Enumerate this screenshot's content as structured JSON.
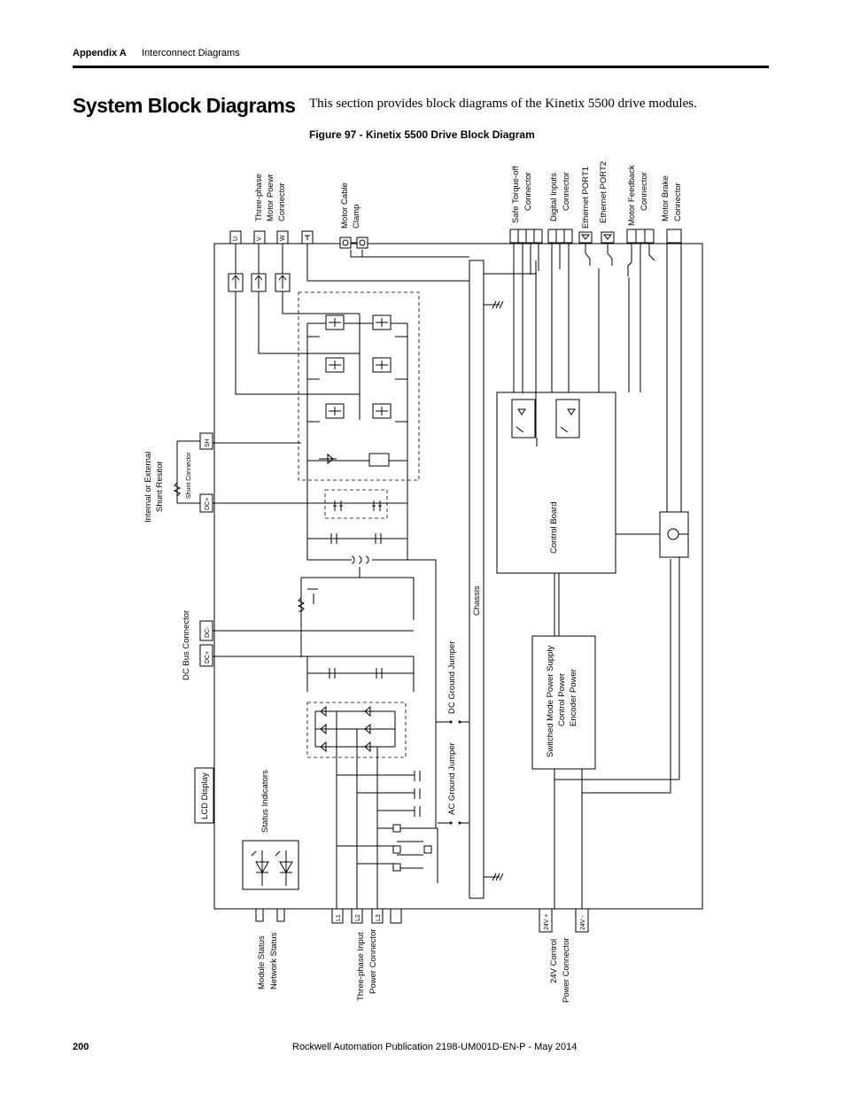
{
  "header": {
    "appendix": "Appendix A",
    "section": "Interconnect Diagrams"
  },
  "page_title": "System Block Diagrams",
  "intro": "This section provides block diagrams of the Kinetix 5500 drive modules.",
  "figure_caption": "Figure 97 - Kinetix 5500 Drive Block Diagram",
  "diagram": {
    "top_labels": {
      "three_phase_1": "Three-phase",
      "three_phase_2": "Motor Poewr",
      "three_phase_3": "Connector",
      "clamp_1": "Motor Cable",
      "clamp_2": "Clamp",
      "sto_1": "Safe Torque-off",
      "sto_2": "Connector",
      "din_1": "Digital Inputs",
      "din_2": "Connector",
      "eth1": "Ethernet PORT1",
      "eth2": "Ethernet PORT2",
      "fb_1": "Motor Feedback",
      "fb_2": "Connector",
      "brake_1": "Motor Brake",
      "brake_2": "Connector"
    },
    "motor_pins": {
      "u": "U",
      "v": "V",
      "w": "W"
    },
    "left_labels": {
      "shunt_1": "Internal or External",
      "shunt_2": "Shunt Resitor",
      "shunt_conn": "Shunt Connector",
      "dcbus": "DC Bus Connector",
      "lcd": "LCD Display",
      "status": "Status Indicators"
    },
    "pins": {
      "sh": "SH",
      "dcplus_shunt": "DC+",
      "dcminus": "DC-",
      "dcplus": "DC+"
    },
    "inner_labels": {
      "chassis": "Chassis",
      "dc_ground": "DC Ground Jumper",
      "ac_ground": "AC Ground Jumper",
      "control_board": "Control Board",
      "psu_1": "Switched Mode Power Supply",
      "psu_2": "Control Power",
      "psu_3": "Encoder Power"
    },
    "bottom_pins": {
      "l1": "L1",
      "l2": "L2",
      "l3": "L3",
      "v24p": "24V +",
      "v24m": "24V -"
    },
    "bottom_labels": {
      "module_status": "Module Status",
      "network_status": "Network Status",
      "input_1": "Three-phase Input",
      "input_2": "Power Connector",
      "ctrl_1": "24V Control",
      "ctrl_2": "Power Connector"
    }
  },
  "footer": {
    "page": "200",
    "publication": "Rockwell Automation Publication 2198-UM001D-EN-P - May 2014"
  }
}
